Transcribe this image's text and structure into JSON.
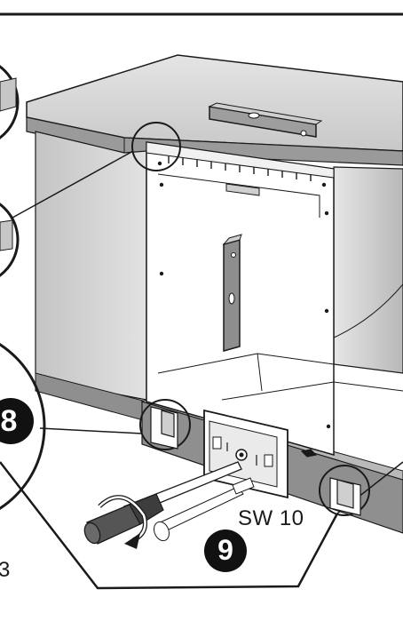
{
  "diagram": {
    "step_badges": [
      "8",
      "9"
    ],
    "tool_label": "SW 10",
    "edge_fragment": "3",
    "colors": {
      "line": "#1a1a1a",
      "counter_top": "#d2d2d2",
      "counter_front": "#9a9a9a",
      "cabinet_side": "#d0d0d0",
      "appliance_front": "#ffffff",
      "plinth": "#8f8f8f",
      "badge": "#111111"
    },
    "icons": [
      "spirit-level-icon",
      "screwdriver-icon",
      "rotation-arrow-icon",
      "adjustment-screw-icon"
    ]
  }
}
